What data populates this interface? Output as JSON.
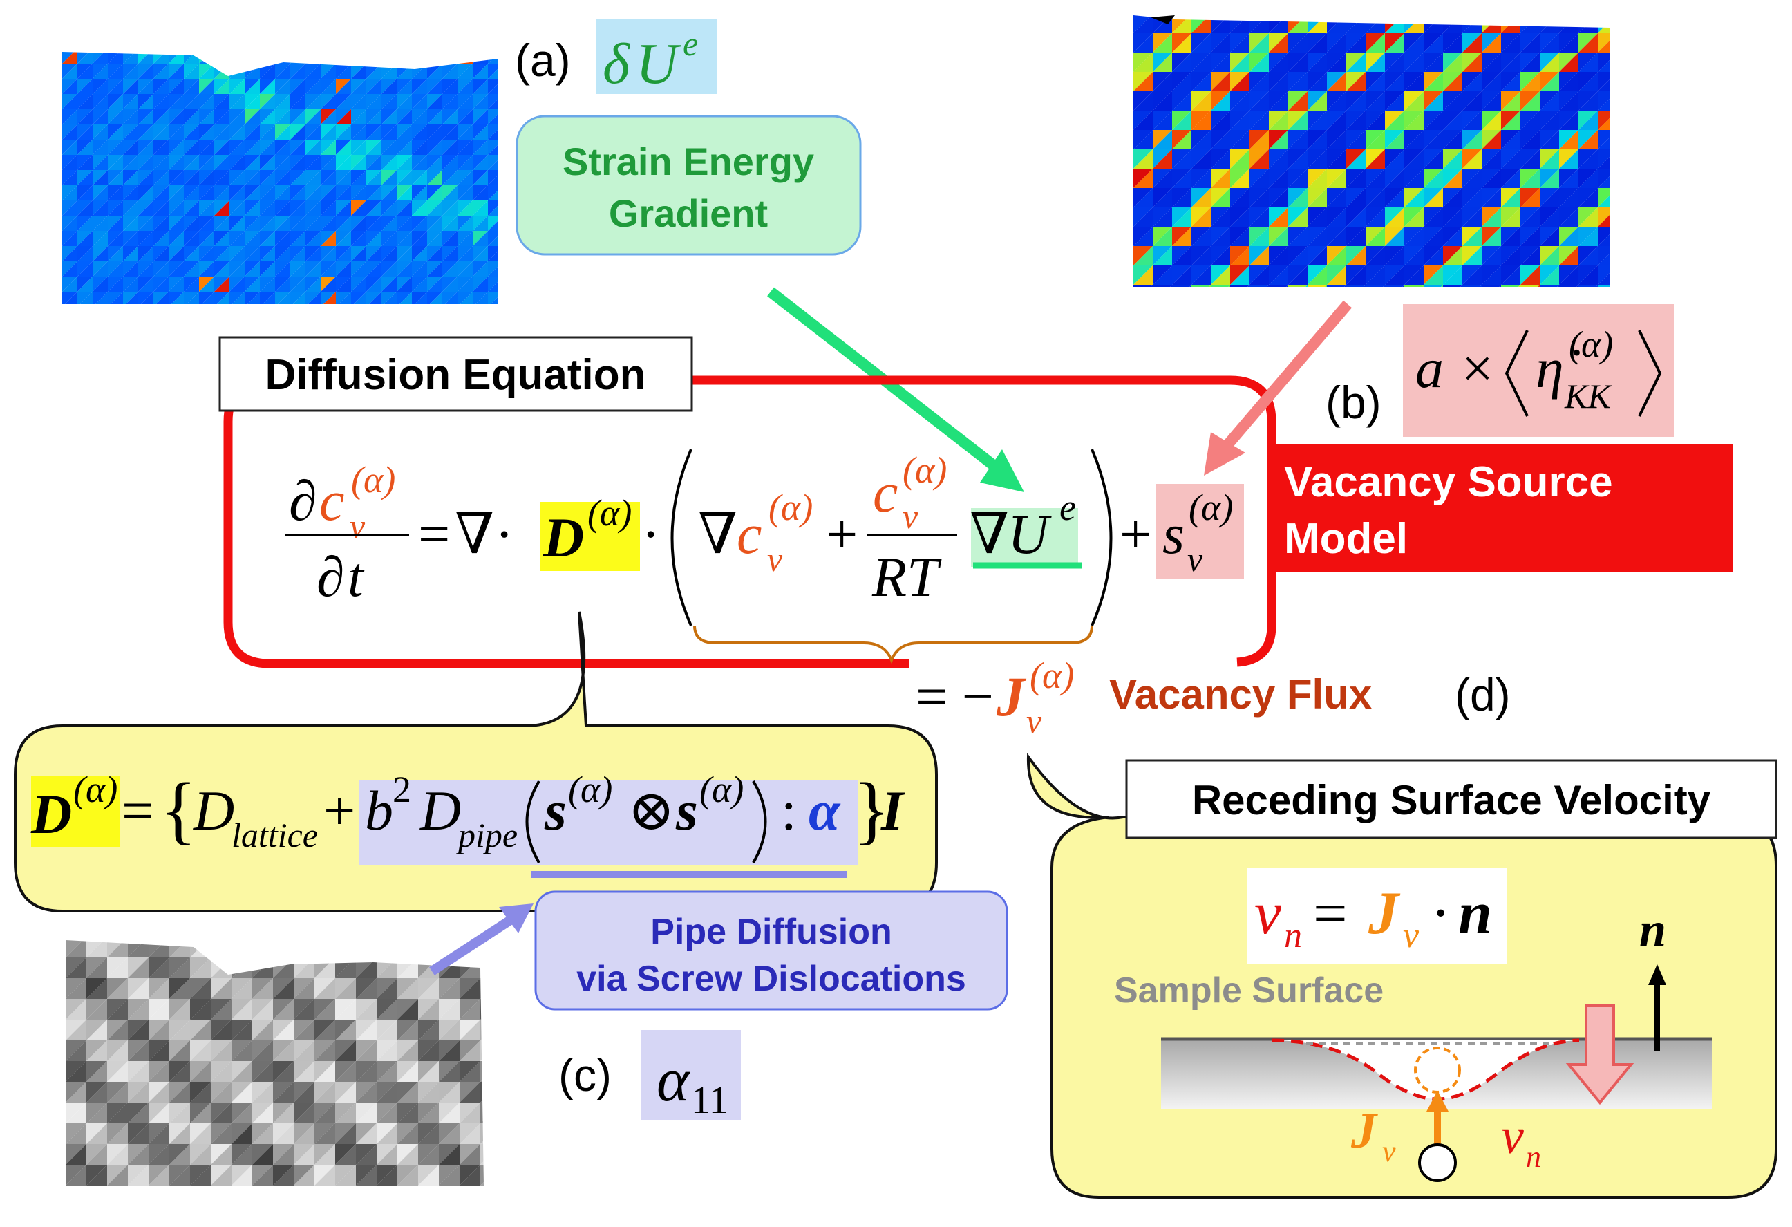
{
  "labels": {
    "a": "(a)",
    "b": "(b)",
    "c": "(c)",
    "d": "(d)"
  },
  "boxes": {
    "strain_energy_line1": "Strain Energy",
    "strain_energy_line2": "Gradient",
    "diffusion_title": "Diffusion Equation",
    "vacancy_source_line1": "Vacancy Source",
    "vacancy_source_line2": "Model",
    "vacancy_flux": "Vacancy Flux",
    "pipe_line1": "Pipe Diffusion",
    "pipe_line2": "via Screw Dislocations",
    "receding_title": "Receding Surface Velocity",
    "sample_surface": "Sample Surface"
  },
  "math": {
    "alpha_sup": "(α)",
    "partial": "∂",
    "c": "c",
    "v": "v",
    "t": "t",
    "eq": "=",
    "nabla": "∇",
    "dot": "·",
    "D": "D",
    "plus": "+",
    "RT": "RT",
    "U": "U",
    "e": "e",
    "s": "s",
    "minus_J": "= −",
    "J": "J",
    "a_times": "a ×",
    "eta": "η̇",
    "KK": "KK",
    "delta": "δ",
    "lattice": "lattice",
    "pipe": "pipe",
    "b2": "b",
    "two": "2",
    "otimes": "⊗",
    "colon": ":",
    "alpha": "α",
    "I": "I",
    "alpha11_base": "α",
    "alpha11_sub": "11",
    "vn_v": "v",
    "vn_n": "n",
    "n_vec": "n",
    "brace_open": "{",
    "brace_close": "}"
  },
  "colors": {
    "orange": "#e8531c",
    "green_text": "#1f9a3a",
    "red_frame": "#f10f0f",
    "yellow_callout": "#fbf8a3",
    "lavender": "#d6d6f5",
    "pink": "#f6c1c1",
    "flux_text": "#c0380f",
    "pipe_text": "#2a2ab8"
  }
}
